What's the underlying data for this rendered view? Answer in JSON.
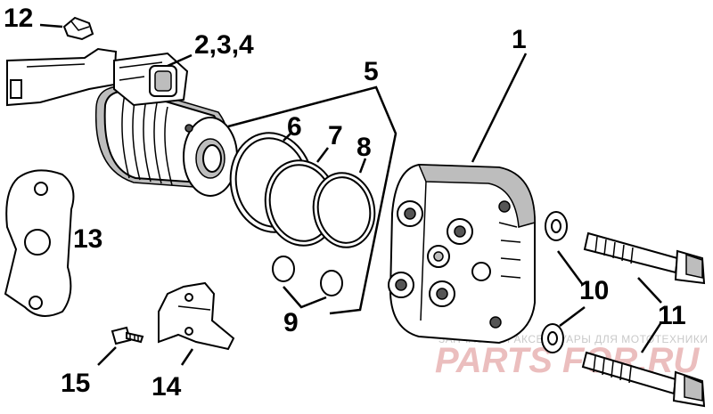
{
  "labels": {
    "p1": "1",
    "p234": "2,3,4",
    "p5": "5",
    "p6": "6",
    "p7": "7",
    "p8": "8",
    "p9": "9",
    "p10": "10",
    "p11": "11",
    "p12": "12",
    "p13": "13",
    "p14": "14",
    "p15": "15"
  },
  "watermark": {
    "caption": "ЗАПЧАСТИ И АКСЕССУАРЫ ДЛЯ МОТОТЕХНИКИ",
    "brand": "PARTS FOR.RU"
  }
}
